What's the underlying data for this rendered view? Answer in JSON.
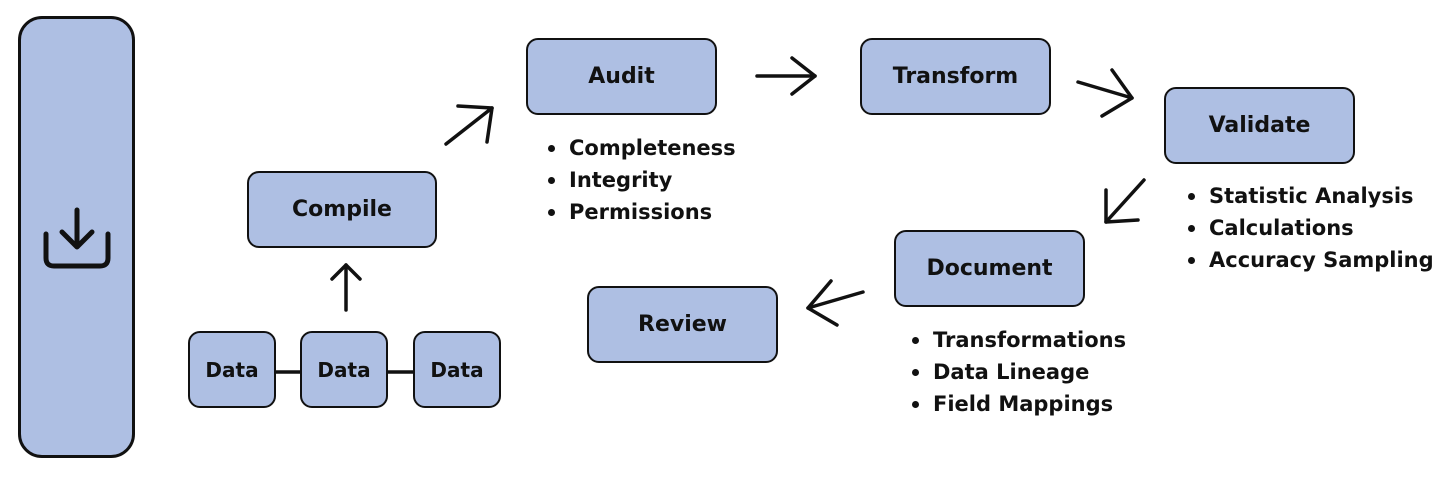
{
  "download": {
    "icon": "download-icon"
  },
  "data_sources": [
    {
      "label": "Data"
    },
    {
      "label": "Data"
    },
    {
      "label": "Data"
    }
  ],
  "steps": {
    "compile": {
      "label": "Compile"
    },
    "audit": {
      "label": "Audit",
      "bullets": [
        "Completeness",
        "Integrity",
        "Permissions"
      ]
    },
    "transform": {
      "label": "Transform"
    },
    "validate": {
      "label": "Validate",
      "bullets": [
        "Statistic Analysis",
        "Calculations",
        "Accuracy Sampling"
      ]
    },
    "document": {
      "label": "Document",
      "bullets": [
        "Transformations",
        "Data Lineage",
        "Field Mappings"
      ]
    },
    "review": {
      "label": "Review"
    }
  },
  "colors": {
    "box_fill": "#aebfe3",
    "stroke": "#111111",
    "background": "#ffffff"
  }
}
